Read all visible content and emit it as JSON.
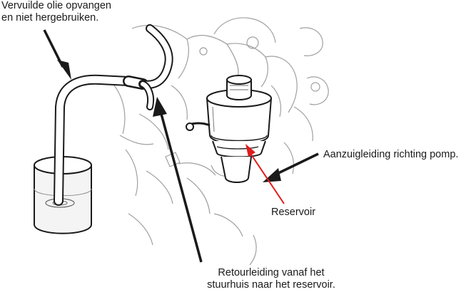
{
  "labels": {
    "oil_catch": {
      "line1": "Vervuilde olie opvangen",
      "line2": "en niet hergebruiken."
    },
    "suction_line": "Aanzuigleiding richting pomp.",
    "reservoir": "Reservoir",
    "return_line": {
      "line1": "Retourleiding vanaf het",
      "line2": "stuurhuis naar het reservoir."
    }
  },
  "colors": {
    "ink": "#1a1a1a",
    "sketch": "#9a9a9a",
    "reservoir_arrow": "#e01b1b",
    "background": "#ffffff"
  }
}
